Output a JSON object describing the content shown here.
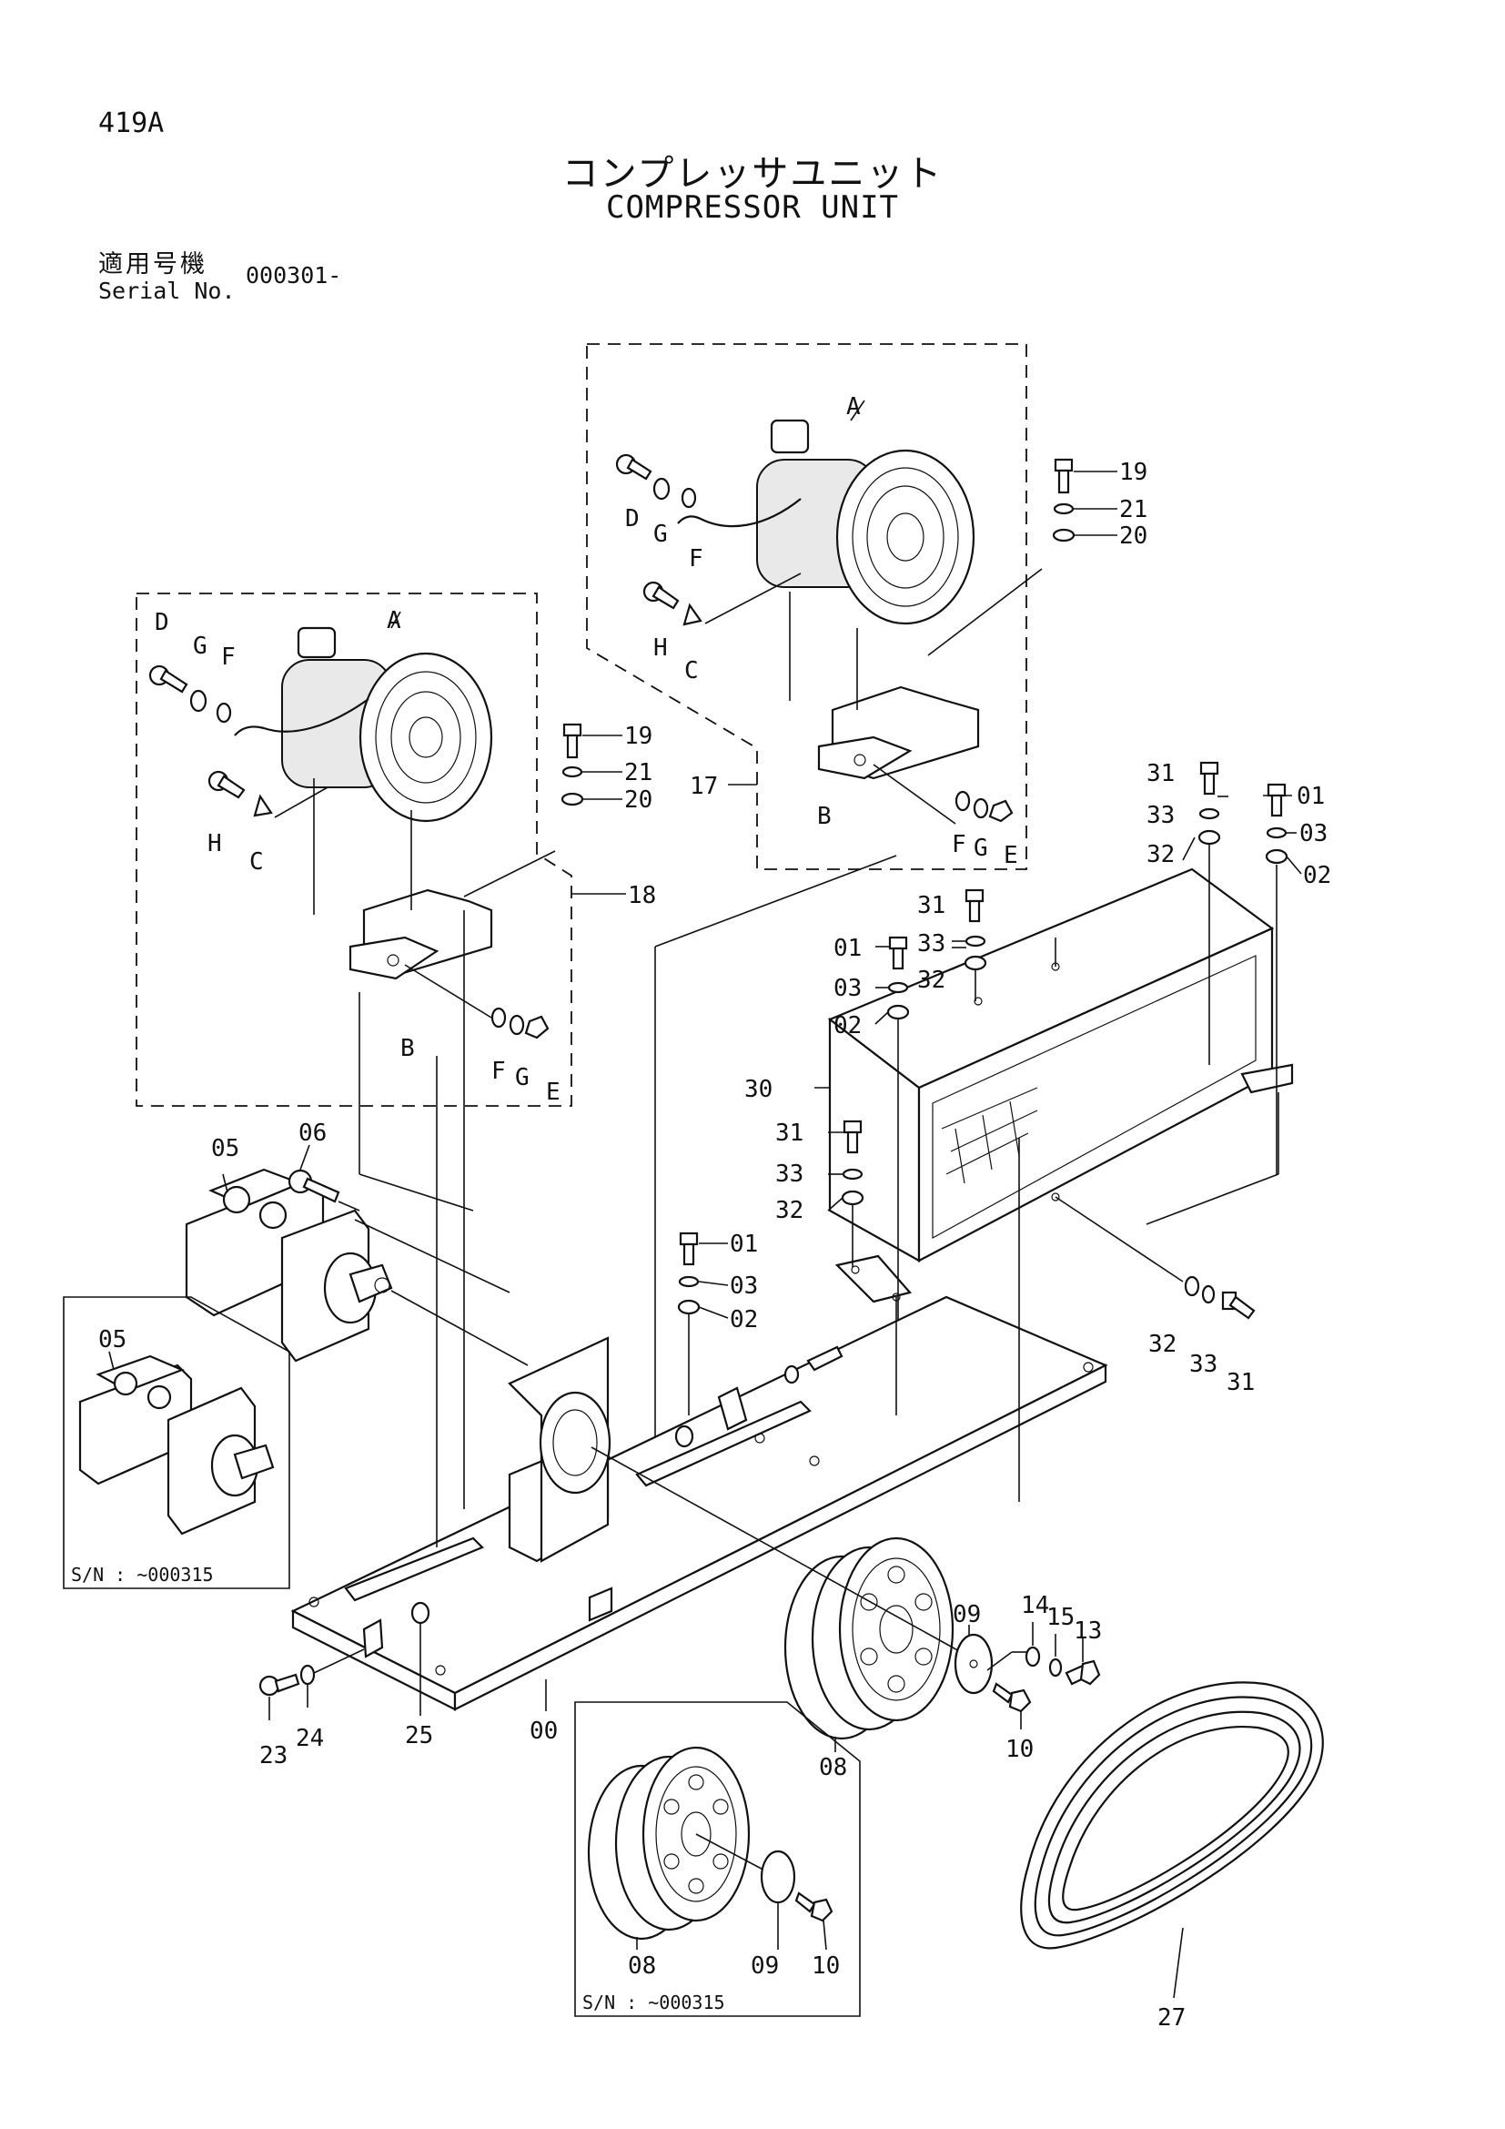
{
  "header": {
    "page_code": "419A",
    "title_jp": "コンプレッサユニット",
    "title_en": "COMPRESSOR UNIT",
    "serial_label_jp": "適用号機",
    "serial_label_en": "Serial No.",
    "serial_value": "000301-"
  },
  "insets": {
    "motor_inset_sn": "S/N : ~000315",
    "pulley_inset_sn": "S/N : ~000315"
  },
  "callouts": {
    "compressor_upper": {
      "A": "A",
      "B": "B",
      "C": "C",
      "D": "D",
      "E": "E",
      "F": "F",
      "G": "G",
      "H": "H",
      "p19": "19",
      "p21": "21",
      "p20": "20",
      "p17": "17"
    },
    "compressor_left": {
      "A": "A",
      "B": "B",
      "C": "C",
      "D": "D",
      "E": "E",
      "F": "F",
      "G": "G",
      "H": "H",
      "p19": "19",
      "p21": "21",
      "p20": "20",
      "p18": "18"
    },
    "radiator": {
      "p30": "30",
      "p31a": "31",
      "p33a": "33",
      "p32a": "32",
      "p01a": "01",
      "p03a": "03",
      "p02a": "02",
      "p31b": "31",
      "p33b": "33",
      "p32b": "32",
      "p01b": "01",
      "p03b": "03",
      "p02b": "02",
      "p31c": "31",
      "p33c": "33",
      "p32c": "32",
      "p32d": "32",
      "p33d": "33",
      "p31d": "31"
    },
    "base": {
      "p00": "00",
      "p01": "01",
      "p03": "03",
      "p02": "02",
      "p05": "05",
      "p06": "06",
      "p23": "23",
      "p24": "24",
      "p25": "25"
    },
    "pulley": {
      "p08": "08",
      "p09": "09",
      "p10": "10",
      "p13": "13",
      "p14": "14",
      "p15": "15",
      "p27": "27"
    },
    "motor_inset": {
      "p05": "05"
    },
    "pulley_inset": {
      "p08": "08",
      "p09": "09",
      "p10": "10"
    }
  }
}
